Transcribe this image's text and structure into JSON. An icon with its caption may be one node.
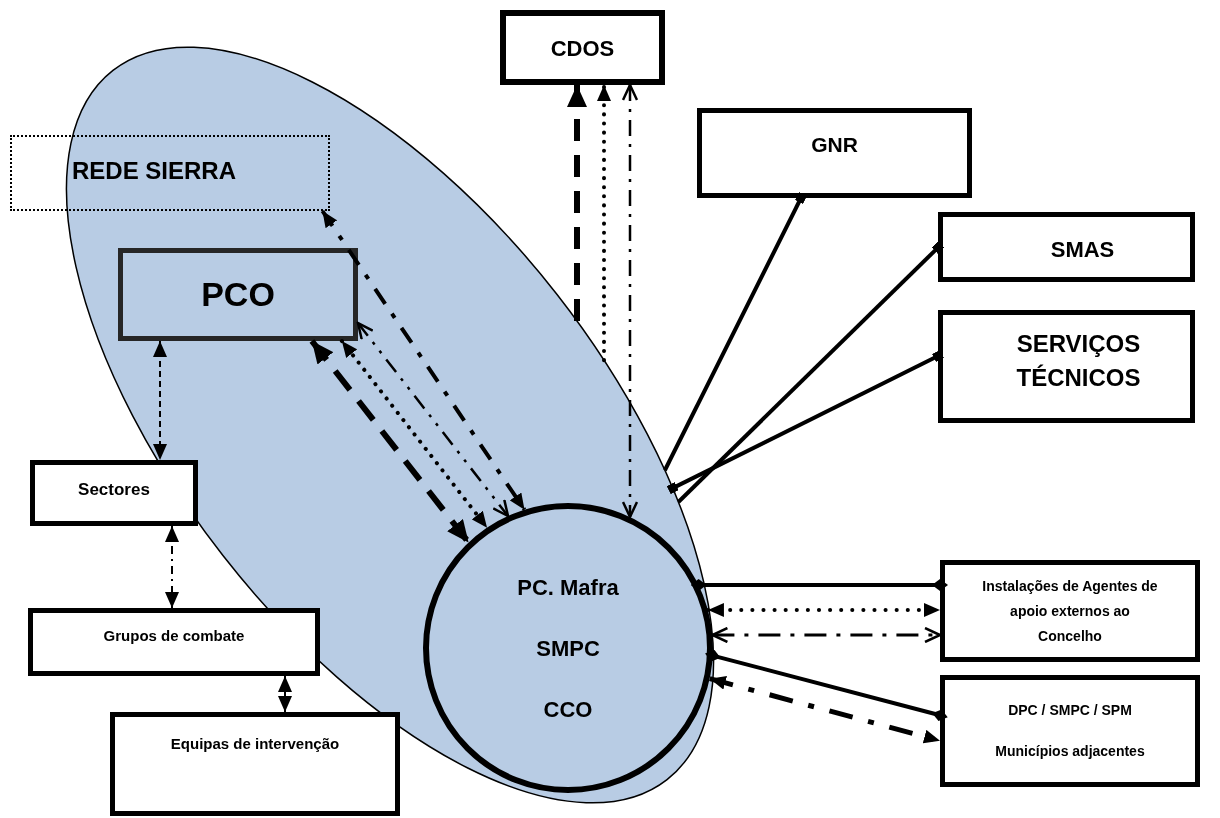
{
  "diagram": {
    "nodes": [
      {
        "text": [],
        "shape": "ellipse"
      },
      {
        "text": [
          "CDOS"
        ]
      },
      {
        "text": [
          "GNR"
        ]
      },
      {
        "text": [
          "REDE SIERRA"
        ]
      },
      {
        "text": [
          "SMAS"
        ]
      },
      {
        "text": [
          "PCO"
        ],
        "in": 0
      },
      {
        "text": [
          "SERVIÇOS TÉCNICOS"
        ]
      },
      {
        "text": [
          "Sectores"
        ]
      },
      {
        "text": [
          "PC. Mafra",
          "SMPC",
          "CCO"
        ],
        "in": 0
      },
      {
        "text": [
          "Instalações de Agentes de apoio externos ao Concelho"
        ]
      },
      {
        "text": [
          "Grupos de combate"
        ]
      },
      {
        "text": [
          "DPC / SMPC / SPM",
          "Municípios adjacentes"
        ]
      },
      {
        "text": [
          "Equipas de intervenção"
        ]
      }
    ],
    "edges": [
      {
        "from": 0,
        "to": 1,
        "arrow": "to",
        "style": "dashed"
      },
      {
        "from": 0,
        "to": 1,
        "arrow": "to",
        "style": "dashed"
      },
      {
        "from": 1,
        "to": 8,
        "arrow": "both",
        "style": "dashed"
      },
      {
        "from": 3,
        "to": 8,
        "arrow": "both",
        "style": "dashed"
      },
      {
        "from": 5,
        "to": 8,
        "arrow": "both",
        "style": "dashed"
      },
      {
        "from": 5,
        "to": 8,
        "arrow": "both",
        "style": "dashed"
      },
      {
        "from": 5,
        "to": 8,
        "arrow": "both",
        "style": "dashed"
      },
      {
        "from": 0,
        "to": 2,
        "arrow": "other"
      },
      {
        "from": 0,
        "to": 4,
        "arrow": "other"
      },
      {
        "from": 0,
        "to": 6,
        "arrow": "other"
      },
      {
        "from": 8,
        "to": 9,
        "arrow": "other"
      },
      {
        "from": 8,
        "to": 9,
        "arrow": "both",
        "style": "dashed"
      },
      {
        "from": 8,
        "to": 9,
        "arrow": "both",
        "style": "dashed"
      },
      {
        "from": 8,
        "to": 11,
        "arrow": "other"
      },
      {
        "from": 8,
        "to": 11,
        "arrow": "both",
        "style": "dashed"
      },
      {
        "from": 5,
        "to": 7,
        "arrow": "both",
        "style": "dashed"
      },
      {
        "from": 7,
        "to": 10,
        "arrow": "both",
        "style": "dashed"
      },
      {
        "from": 10,
        "to": 12,
        "arrow": "both"
      }
    ]
  }
}
